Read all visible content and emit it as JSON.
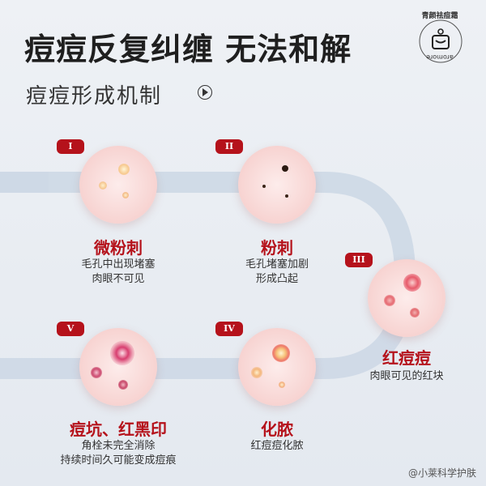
{
  "header": {
    "title": "痘痘反复纠缠 无法和解",
    "subtitle": "痘痘形成机制"
  },
  "logo": {
    "top_text": "青颜祛痘霜",
    "bottom_text": "aromore"
  },
  "stages": [
    {
      "badge": "I",
      "name": "微粉刺",
      "desc1": "毛孔中出现堵塞",
      "desc2": "肉眼不可见"
    },
    {
      "badge": "II",
      "name": "粉刺",
      "desc1": "毛孔堵塞加剧",
      "desc2": "形成凸起"
    },
    {
      "badge": "III",
      "name": "红痘痘",
      "desc1": "肉眼可见的红块",
      "desc2": ""
    },
    {
      "badge": "IV",
      "name": "化脓",
      "desc1": "红痘痘化脓",
      "desc2": ""
    },
    {
      "badge": "V",
      "name": "痘坑、红黑印",
      "desc1": "角栓未完全消除",
      "desc2": "持续时间久可能变成痘痕"
    }
  ],
  "watermark": "@小莱科学护肤",
  "colors": {
    "accent": "#b5121b",
    "path": "#cdd8e5",
    "circle": "#f7d3d1"
  }
}
